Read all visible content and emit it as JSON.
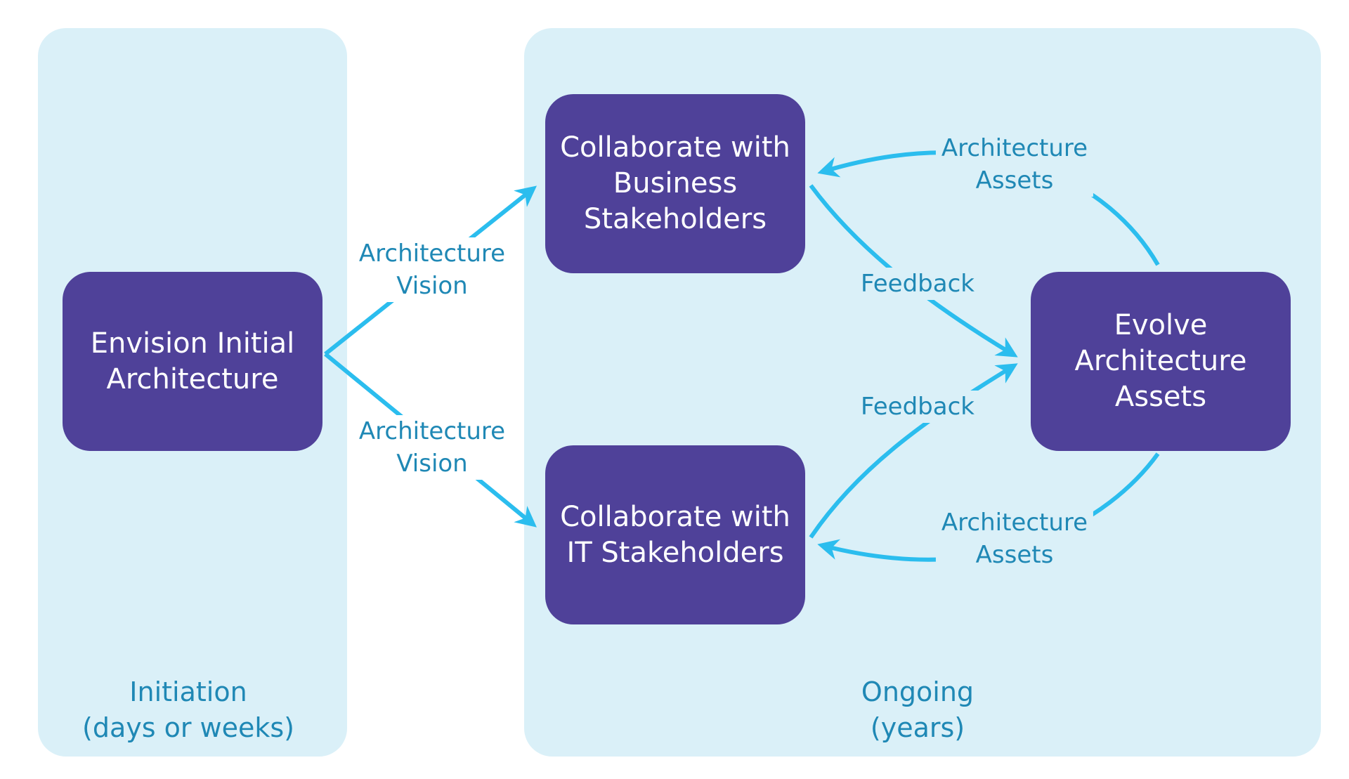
{
  "colors": {
    "panel": "#daf0f8",
    "box": "#4f4199",
    "box_text": "#ffffff",
    "arrow": "#2bbdee",
    "label_text": "#1f88b5"
  },
  "phases": {
    "initiation": "Initiation\n(days or weeks)",
    "ongoing": "Ongoing\n(years)"
  },
  "nodes": {
    "envision": "Envision Initial\nArchitecture",
    "business": "Collaborate with\nBusiness\nStakeholders",
    "it": "Collaborate with\nIT Stakeholders",
    "evolve": "Evolve\nArchitecture\nAssets"
  },
  "edges": {
    "vision_top": "Architecture\nVision",
    "vision_bottom": "Architecture\nVision",
    "assets_top": "Architecture\nAssets",
    "feedback_top": "Feedback",
    "feedback_bottom": "Feedback",
    "assets_bottom": "Architecture\nAssets"
  }
}
